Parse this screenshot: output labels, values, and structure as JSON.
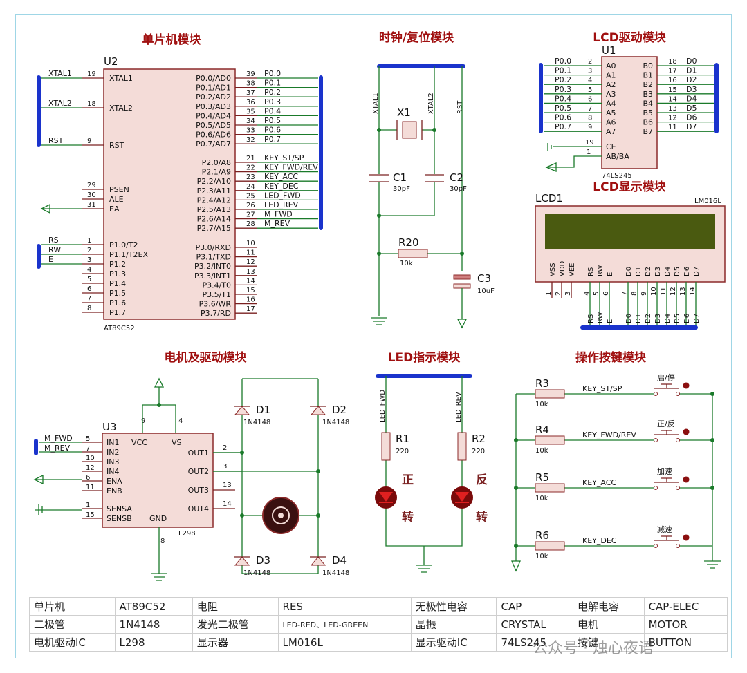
{
  "titles": {
    "mcu": "单片机模块",
    "clock": "时钟/复位模块",
    "lcd_drv": "LCD驱动模块",
    "lcd_disp": "LCD显示模块",
    "motor": "电机及驱动模块",
    "led": "LED指示模块",
    "keys": "操作按键模块"
  },
  "mcu": {
    "ref": "U2",
    "part": "AT89C52",
    "left_pins": [
      {
        "num": "19",
        "name": "XTAL1",
        "net": "XTAL1"
      },
      {
        "num": "18",
        "name": "XTAL2",
        "net": "XTAL2"
      },
      {
        "num": "9",
        "name": "RST",
        "net": "RST"
      },
      {
        "num": "29",
        "name": "PSEN",
        "net": ""
      },
      {
        "num": "30",
        "name": "ALE",
        "net": ""
      },
      {
        "num": "31",
        "name": "EA",
        "net": ""
      },
      {
        "num": "1",
        "name": "P1.0/T2",
        "net": "RS"
      },
      {
        "num": "2",
        "name": "P1.1/T2EX",
        "net": "RW"
      },
      {
        "num": "3",
        "name": "P1.2",
        "net": "E"
      },
      {
        "num": "4",
        "name": "P1.3",
        "net": ""
      },
      {
        "num": "5",
        "name": "P1.4",
        "net": ""
      },
      {
        "num": "6",
        "name": "P1.5",
        "net": ""
      },
      {
        "num": "7",
        "name": "P1.6",
        "net": ""
      },
      {
        "num": "8",
        "name": "P1.7",
        "net": ""
      }
    ],
    "right_pins_p0": [
      {
        "num": "39",
        "name": "P0.0/AD0",
        "net": "P0.0"
      },
      {
        "num": "38",
        "name": "P0.1/AD1",
        "net": "P0.1"
      },
      {
        "num": "37",
        "name": "P0.2/AD2",
        "net": "P0.2"
      },
      {
        "num": "36",
        "name": "P0.3/AD3",
        "net": "P0.3"
      },
      {
        "num": "35",
        "name": "P0.4/AD4",
        "net": "P0.4"
      },
      {
        "num": "34",
        "name": "P0.5/AD5",
        "net": "P0.5"
      },
      {
        "num": "33",
        "name": "P0.6/AD6",
        "net": "P0.6"
      },
      {
        "num": "32",
        "name": "P0.7/AD7",
        "net": "P0.7"
      }
    ],
    "right_pins_p2": [
      {
        "num": "21",
        "name": "P2.0/A8",
        "net": "KEY_ST/SP"
      },
      {
        "num": "22",
        "name": "P2.1/A9",
        "net": "KEY_FWD/REV"
      },
      {
        "num": "23",
        "name": "P2.2/A10",
        "net": "KEY_ACC"
      },
      {
        "num": "24",
        "name": "P2.3/A11",
        "net": "KEY_DEC"
      },
      {
        "num": "25",
        "name": "P2.4/A12",
        "net": "LED_FWD"
      },
      {
        "num": "26",
        "name": "P2.5/A13",
        "net": "LED_REV"
      },
      {
        "num": "27",
        "name": "P2.6/A14",
        "net": "M_FWD"
      },
      {
        "num": "28",
        "name": "P2.7/A15",
        "net": "M_REV"
      }
    ],
    "right_pins_p3": [
      {
        "num": "10",
        "name": "P3.0/RXD"
      },
      {
        "num": "11",
        "name": "P3.1/TXD"
      },
      {
        "num": "12",
        "name": "P3.2/INT0"
      },
      {
        "num": "13",
        "name": "P3.3/INT1"
      },
      {
        "num": "14",
        "name": "P3.4/T0"
      },
      {
        "num": "15",
        "name": "P3.5/T1"
      },
      {
        "num": "16",
        "name": "P3.6/WR"
      },
      {
        "num": "17",
        "name": "P3.7/RD"
      }
    ]
  },
  "clock": {
    "nets": [
      "XTAL1",
      "XTAL2",
      "RST"
    ],
    "x1": "X1",
    "c1": {
      "ref": "C1",
      "val": "30pF"
    },
    "c2": {
      "ref": "C2",
      "val": "30pF"
    },
    "r20": {
      "ref": "R20",
      "val": "10k"
    },
    "c3": {
      "ref": "C3",
      "val": "10uF"
    }
  },
  "lcd_drv": {
    "ref": "U1",
    "part": "74LS245",
    "a_pins": [
      {
        "net": "P0.0",
        "num": "2",
        "name": "A0"
      },
      {
        "net": "P0.1",
        "num": "3",
        "name": "A1"
      },
      {
        "net": "P0.2",
        "num": "4",
        "name": "A2"
      },
      {
        "net": "P0.3",
        "num": "5",
        "name": "A3"
      },
      {
        "net": "P0.4",
        "num": "6",
        "name": "A4"
      },
      {
        "net": "P0.5",
        "num": "7",
        "name": "A5"
      },
      {
        "net": "P0.6",
        "num": "8",
        "name": "A6"
      },
      {
        "net": "P0.7",
        "num": "9",
        "name": "A7"
      }
    ],
    "b_pins": [
      {
        "name": "B0",
        "num": "18",
        "net": "D0"
      },
      {
        "name": "B1",
        "num": "17",
        "net": "D1"
      },
      {
        "name": "B2",
        "num": "16",
        "net": "D2"
      },
      {
        "name": "B3",
        "num": "15",
        "net": "D3"
      },
      {
        "name": "B4",
        "num": "14",
        "net": "D4"
      },
      {
        "name": "B5",
        "num": "13",
        "net": "D5"
      },
      {
        "name": "B6",
        "num": "12",
        "net": "D6"
      },
      {
        "name": "B7",
        "num": "11",
        "net": "D7"
      }
    ],
    "ce": {
      "num": "19",
      "name": "CE"
    },
    "dir": {
      "num": "1",
      "name": "AB/BA"
    }
  },
  "lcd_disp": {
    "ref": "LCD1",
    "part": "LM016L",
    "pins": [
      {
        "name": "VSS",
        "num": "1",
        "net": ""
      },
      {
        "name": "VDD",
        "num": "2",
        "net": ""
      },
      {
        "name": "VEE",
        "num": "3",
        "net": ""
      },
      {
        "name": "RS",
        "num": "4",
        "net": "RS"
      },
      {
        "name": "RW",
        "num": "5",
        "net": "RW"
      },
      {
        "name": "E",
        "num": "6",
        "net": "E"
      },
      {
        "name": "D0",
        "num": "7",
        "net": "D0"
      },
      {
        "name": "D1",
        "num": "8",
        "net": "D1"
      },
      {
        "name": "D2",
        "num": "9",
        "net": "D2"
      },
      {
        "name": "D3",
        "num": "10",
        "net": "D3"
      },
      {
        "name": "D4",
        "num": "11",
        "net": "D4"
      },
      {
        "name": "D5",
        "num": "12",
        "net": "D5"
      },
      {
        "name": "D6",
        "num": "13",
        "net": "D6"
      },
      {
        "name": "D7",
        "num": "14",
        "net": "D7"
      }
    ]
  },
  "motor": {
    "ref": "U3",
    "part": "L298",
    "left_pins": [
      {
        "net": "M_FWD",
        "num": "5",
        "name": "IN1"
      },
      {
        "net": "M_REV",
        "num": "7",
        "name": "IN2"
      },
      {
        "net": "",
        "num": "10",
        "name": "IN3"
      },
      {
        "net": "",
        "num": "12",
        "name": "IN4"
      },
      {
        "net": "",
        "num": "6",
        "name": "ENA"
      },
      {
        "net": "",
        "num": "11",
        "name": "ENB"
      },
      {
        "net": "",
        "num": "1",
        "name": "SENSA"
      },
      {
        "net": "",
        "num": "15",
        "name": "SENSB"
      }
    ],
    "right_pins": [
      {
        "name": "OUT1",
        "num": "2"
      },
      {
        "name": "OUT2",
        "num": "3"
      },
      {
        "name": "OUT3",
        "num": "13"
      },
      {
        "name": "OUT4",
        "num": "14"
      }
    ],
    "top": [
      {
        "name": "VCC",
        "num": "9"
      },
      {
        "name": "VS",
        "num": "4"
      }
    ],
    "gnd": {
      "name": "GND",
      "num": "8"
    },
    "diodes": [
      {
        "ref": "D1",
        "part": "1N4148"
      },
      {
        "ref": "D2",
        "part": "1N4148"
      },
      {
        "ref": "D3",
        "part": "1N4148"
      },
      {
        "ref": "D4",
        "part": "1N4148"
      }
    ]
  },
  "led": {
    "nets": [
      "LED_FWD",
      "LED_REV"
    ],
    "r1": {
      "ref": "R1",
      "val": "220"
    },
    "r2": {
      "ref": "R2",
      "val": "220"
    },
    "fwd_text": [
      "正",
      "转"
    ],
    "rev_text": [
      "反",
      "转"
    ]
  },
  "keys": {
    "rows": [
      {
        "ref": "R3",
        "val": "10k",
        "net": "KEY_ST/SP",
        "label": "启/停"
      },
      {
        "ref": "R4",
        "val": "10k",
        "net": "KEY_FWD/REV",
        "label": "正/反"
      },
      {
        "ref": "R5",
        "val": "10k",
        "net": "KEY_ACC",
        "label": "加速"
      },
      {
        "ref": "R6",
        "val": "10k",
        "net": "KEY_DEC",
        "label": "减速"
      }
    ]
  },
  "bom": [
    [
      "单片机",
      "AT89C52",
      "电阻",
      "RES",
      "无极性电容",
      "CAP",
      "电解电容",
      "CAP-ELEC"
    ],
    [
      "二极管",
      "1N4148",
      "发光二极管",
      "LED-RED、LED-GREEN",
      "晶振",
      "CRYSTAL",
      "电机",
      "MOTOR"
    ],
    [
      "电机驱动IC",
      "L298",
      "显示器",
      "LM016L",
      "显示驱动IC",
      "74LS245",
      "按键",
      "BUTTON"
    ]
  ],
  "watermark": "公众号 · 烛心夜语",
  "colors": {
    "title": "#a01010",
    "wire": "#1a7a2a",
    "bus": "#1a33cc",
    "chip": "#f4dcd8",
    "lcd_screen": "#4a5a10"
  }
}
